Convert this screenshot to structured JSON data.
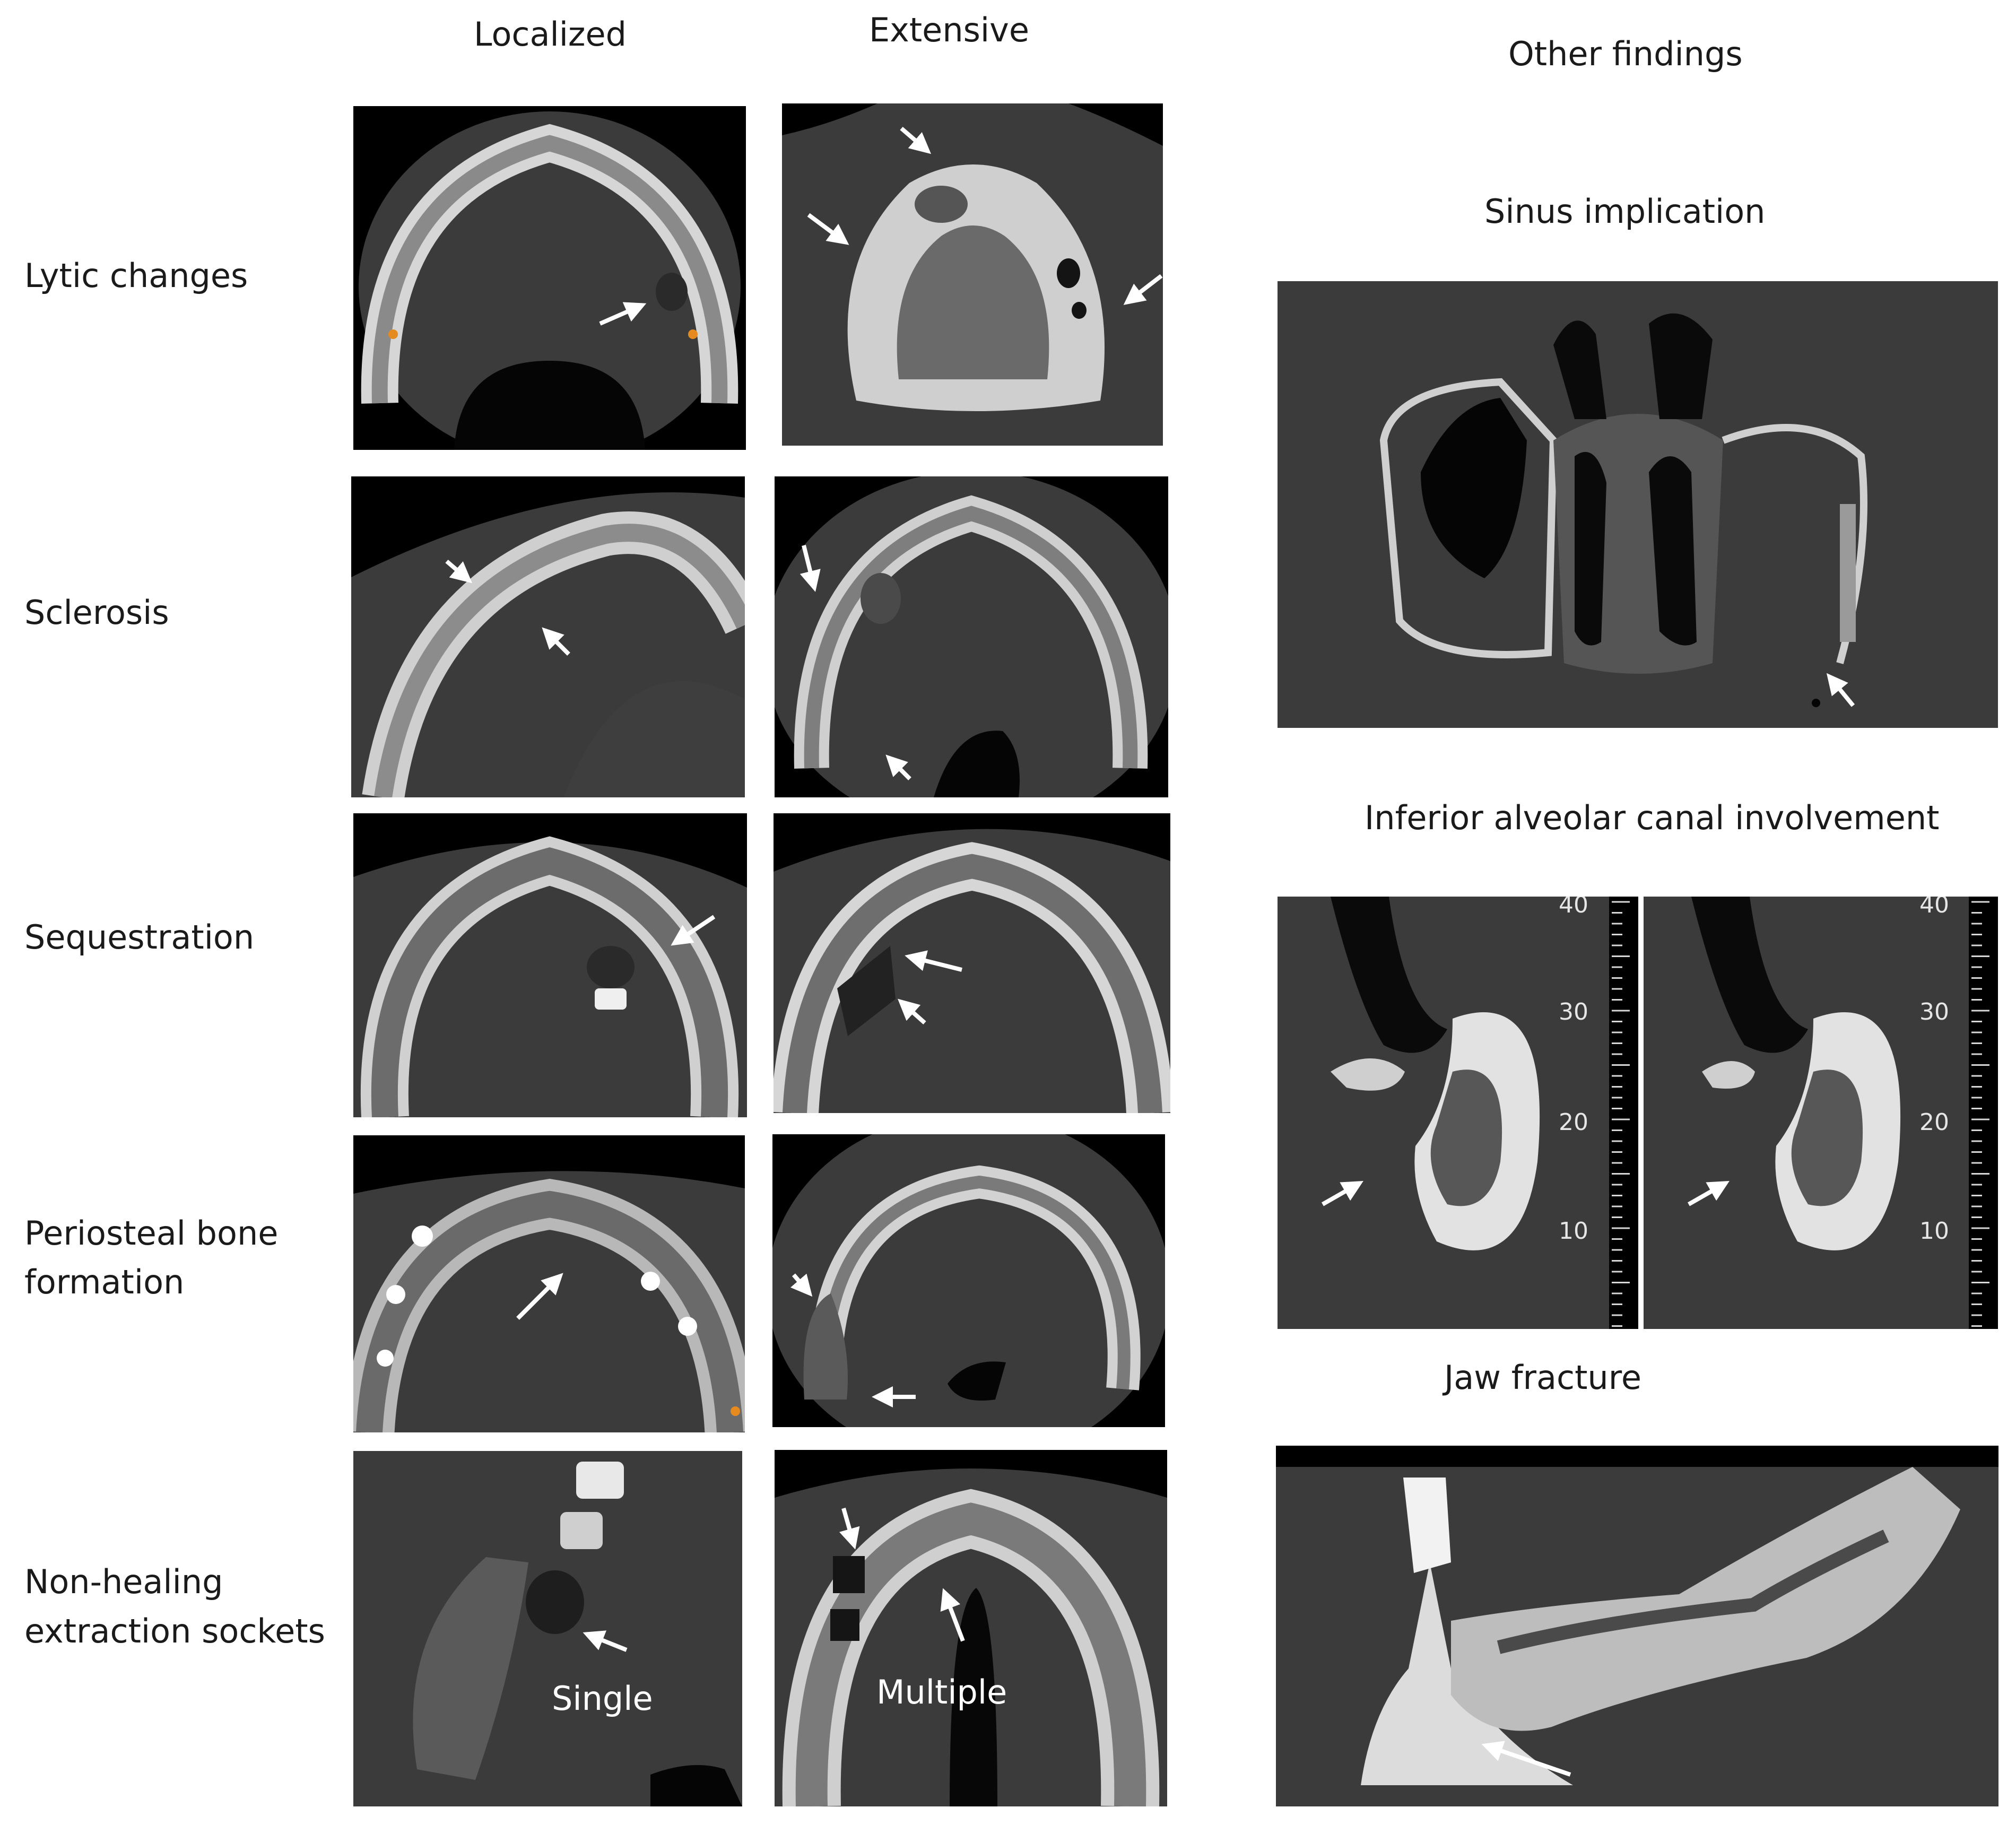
{
  "columns": {
    "localized": "Localized",
    "extensive": "Extensive",
    "other": "Other findings"
  },
  "rows": {
    "lytic": "Lytic changes",
    "sclerosis": "Sclerosis",
    "sequestration": "Sequestration",
    "periosteal_line1": "Periosteal bone",
    "periosteal_line2": "formation",
    "nonhealing_line1": "Non-healing",
    "nonhealing_line2": "extraction sockets"
  },
  "panel_labels": {
    "single": "Single",
    "multiple": "Multiple"
  },
  "other_findings": {
    "sinus": "Sinus implication",
    "canal": "Inferior alveolar canal involvement",
    "fracture": "Jaw fracture"
  },
  "ruler_ticks": [
    "40",
    "30",
    "20",
    "10"
  ],
  "colors": {
    "background": "#ffffff",
    "ct_soft_tissue": "#3b3b3b",
    "ct_bone": "#dcdcdc",
    "ct_air": "#050505",
    "arrow": "#ffffff",
    "implant_marker": "#e58a1f"
  }
}
